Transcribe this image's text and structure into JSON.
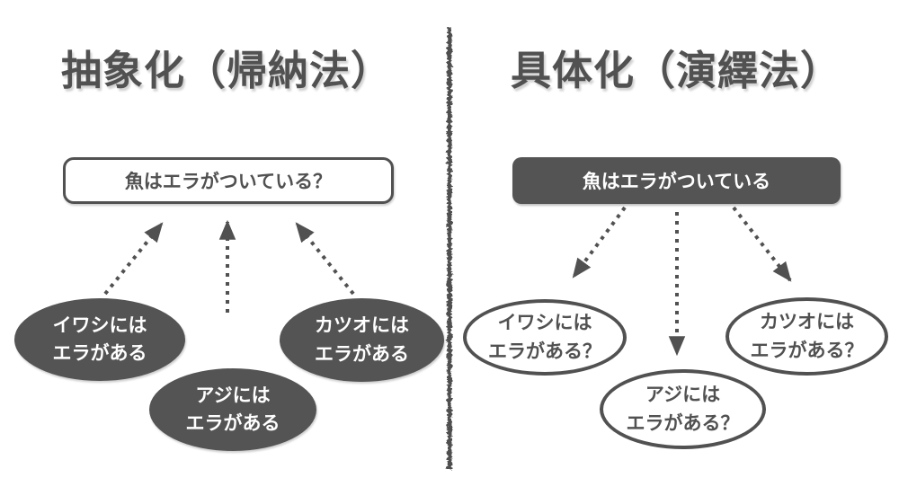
{
  "colors": {
    "ink": "#515151",
    "fill_dark": "#545454",
    "background": "#ffffff",
    "text_on_dark": "#ffffff"
  },
  "left_panel": {
    "title": "抽象化（帰納法）",
    "conclusion_box_label": "魚はエラがついている？",
    "arrow_direction": "up",
    "items": [
      {
        "line1": "イワシには",
        "line2": "エラがある"
      },
      {
        "line1": "アジには",
        "line2": "エラがある"
      },
      {
        "line1": "カツオには",
        "line2": "エラがある"
      }
    ]
  },
  "right_panel": {
    "title": "具体化（演繹法）",
    "premise_box_label": "魚はエラがついている",
    "arrow_direction": "down",
    "items": [
      {
        "line1": "イワシには",
        "line2": "エラがある？"
      },
      {
        "line1": "アジには",
        "line2": "エラがある？"
      },
      {
        "line1": "カツオには",
        "line2": "エラがある？"
      }
    ]
  }
}
